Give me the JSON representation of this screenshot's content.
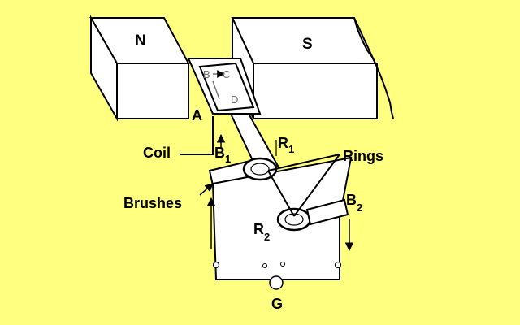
{
  "diagram": {
    "colors": {
      "background": "#FFFF80",
      "fill": "#FFFFFF",
      "stroke": "#000000",
      "coil_text": "#707070"
    },
    "magnets": {
      "north": "N",
      "south": "S"
    },
    "coil_corners": {
      "a": "A",
      "b": "B",
      "c": "C",
      "d": "D"
    },
    "labels": {
      "coil": "Coil",
      "rings": "Rings",
      "brushes": "Brushes",
      "galvanometer": "G"
    },
    "brush1": {
      "letter": "B",
      "index": "1"
    },
    "brush2": {
      "letter": "B",
      "index": "2"
    },
    "ring1": {
      "letter": "R",
      "index": "1"
    },
    "ring2": {
      "letter": "R",
      "index": "2"
    }
  }
}
